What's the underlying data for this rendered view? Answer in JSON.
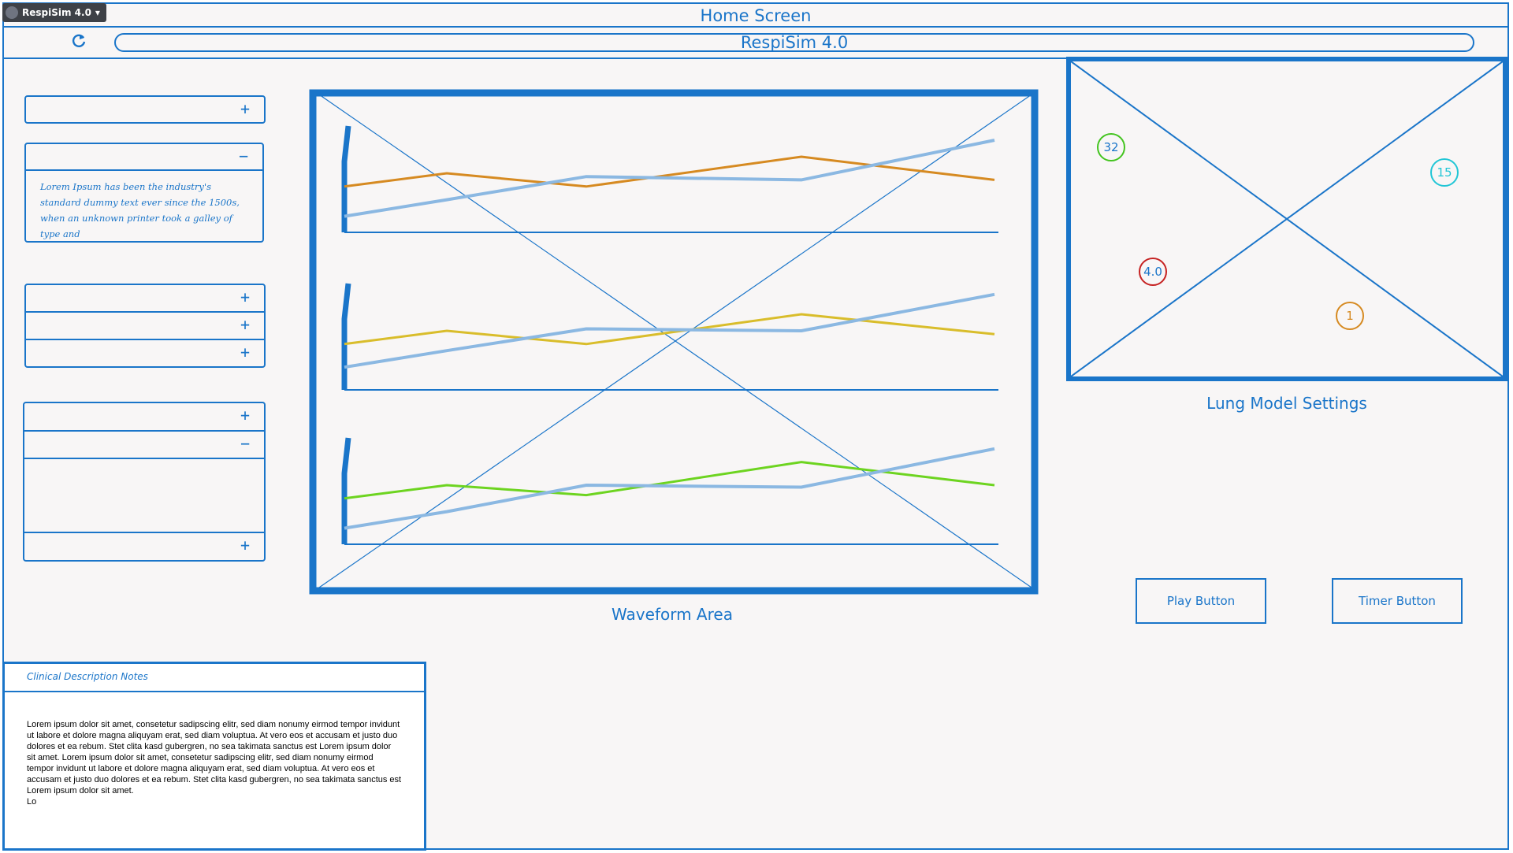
{
  "window": {
    "app_badge": "RespiSim 4.0",
    "title": "Home Screen",
    "address": "RespiSim 4.0"
  },
  "sidebar": {
    "expanded_panel_text": "Lorem Ipsum has been the industry's standard dummy text ever since the 1500s, when an unknown printer took a galley of type and",
    "expand_symbol": "+",
    "collapse_symbol": "−"
  },
  "waveform": {
    "caption": "Waveform Area"
  },
  "lung_model": {
    "caption": "Lung Model Settings",
    "values": [
      {
        "label": "32",
        "color": "#43c41f"
      },
      {
        "label": "15",
        "color": "#21c6d6"
      },
      {
        "label": "4.0",
        "color": "#c62222"
      },
      {
        "label": "1",
        "color": "#d68a21"
      }
    ]
  },
  "buttons": {
    "play": "Play Button",
    "timer": "Timer Button"
  },
  "notes": {
    "title": "Clinical Description Notes",
    "body": "Lorem ipsum dolor sit amet, consetetur sadipscing elitr, sed diam nonumy eirmod tempor invidunt ut labore et dolore magna aliquyam erat, sed diam voluptua. At vero eos et accusam et justo duo dolores et ea rebum. Stet clita kasd gubergren, no sea takimata sanctus est Lorem ipsum dolor sit amet. Lorem ipsum dolor sit amet, consetetur sadipscing elitr, sed diam nonumy eirmod tempor invidunt ut labore et dolore magna aliquyam erat, sed diam voluptua. At vero eos et accusam et justo duo dolores et ea rebum. Stet clita kasd gubergren, no sea takimata sanctus est Lorem ipsum dolor sit amet.",
    "tail": "Lo"
  },
  "chart_data": {
    "type": "line",
    "x": [
      0,
      1,
      2,
      3,
      4
    ],
    "panels": [
      {
        "series": [
          {
            "color": "#d68a21",
            "values": [
              0.55,
              0.75,
              0.55,
              1.0,
              0.65
            ]
          },
          {
            "color": "#8bb8e2",
            "values": [
              0.1,
              0.35,
              0.7,
              0.65,
              1.25
            ]
          }
        ]
      },
      {
        "series": [
          {
            "color": "#d9bd2b",
            "values": [
              0.55,
              0.75,
              0.55,
              1.0,
              0.7
            ]
          },
          {
            "color": "#8bb8e2",
            "values": [
              0.2,
              0.45,
              0.78,
              0.75,
              1.3
            ]
          }
        ]
      },
      {
        "series": [
          {
            "color": "#6dd420",
            "values": [
              0.55,
              0.75,
              0.6,
              1.1,
              0.75
            ]
          },
          {
            "color": "#8bb8e2",
            "values": [
              0.1,
              0.35,
              0.75,
              0.72,
              1.3
            ]
          }
        ]
      }
    ]
  }
}
